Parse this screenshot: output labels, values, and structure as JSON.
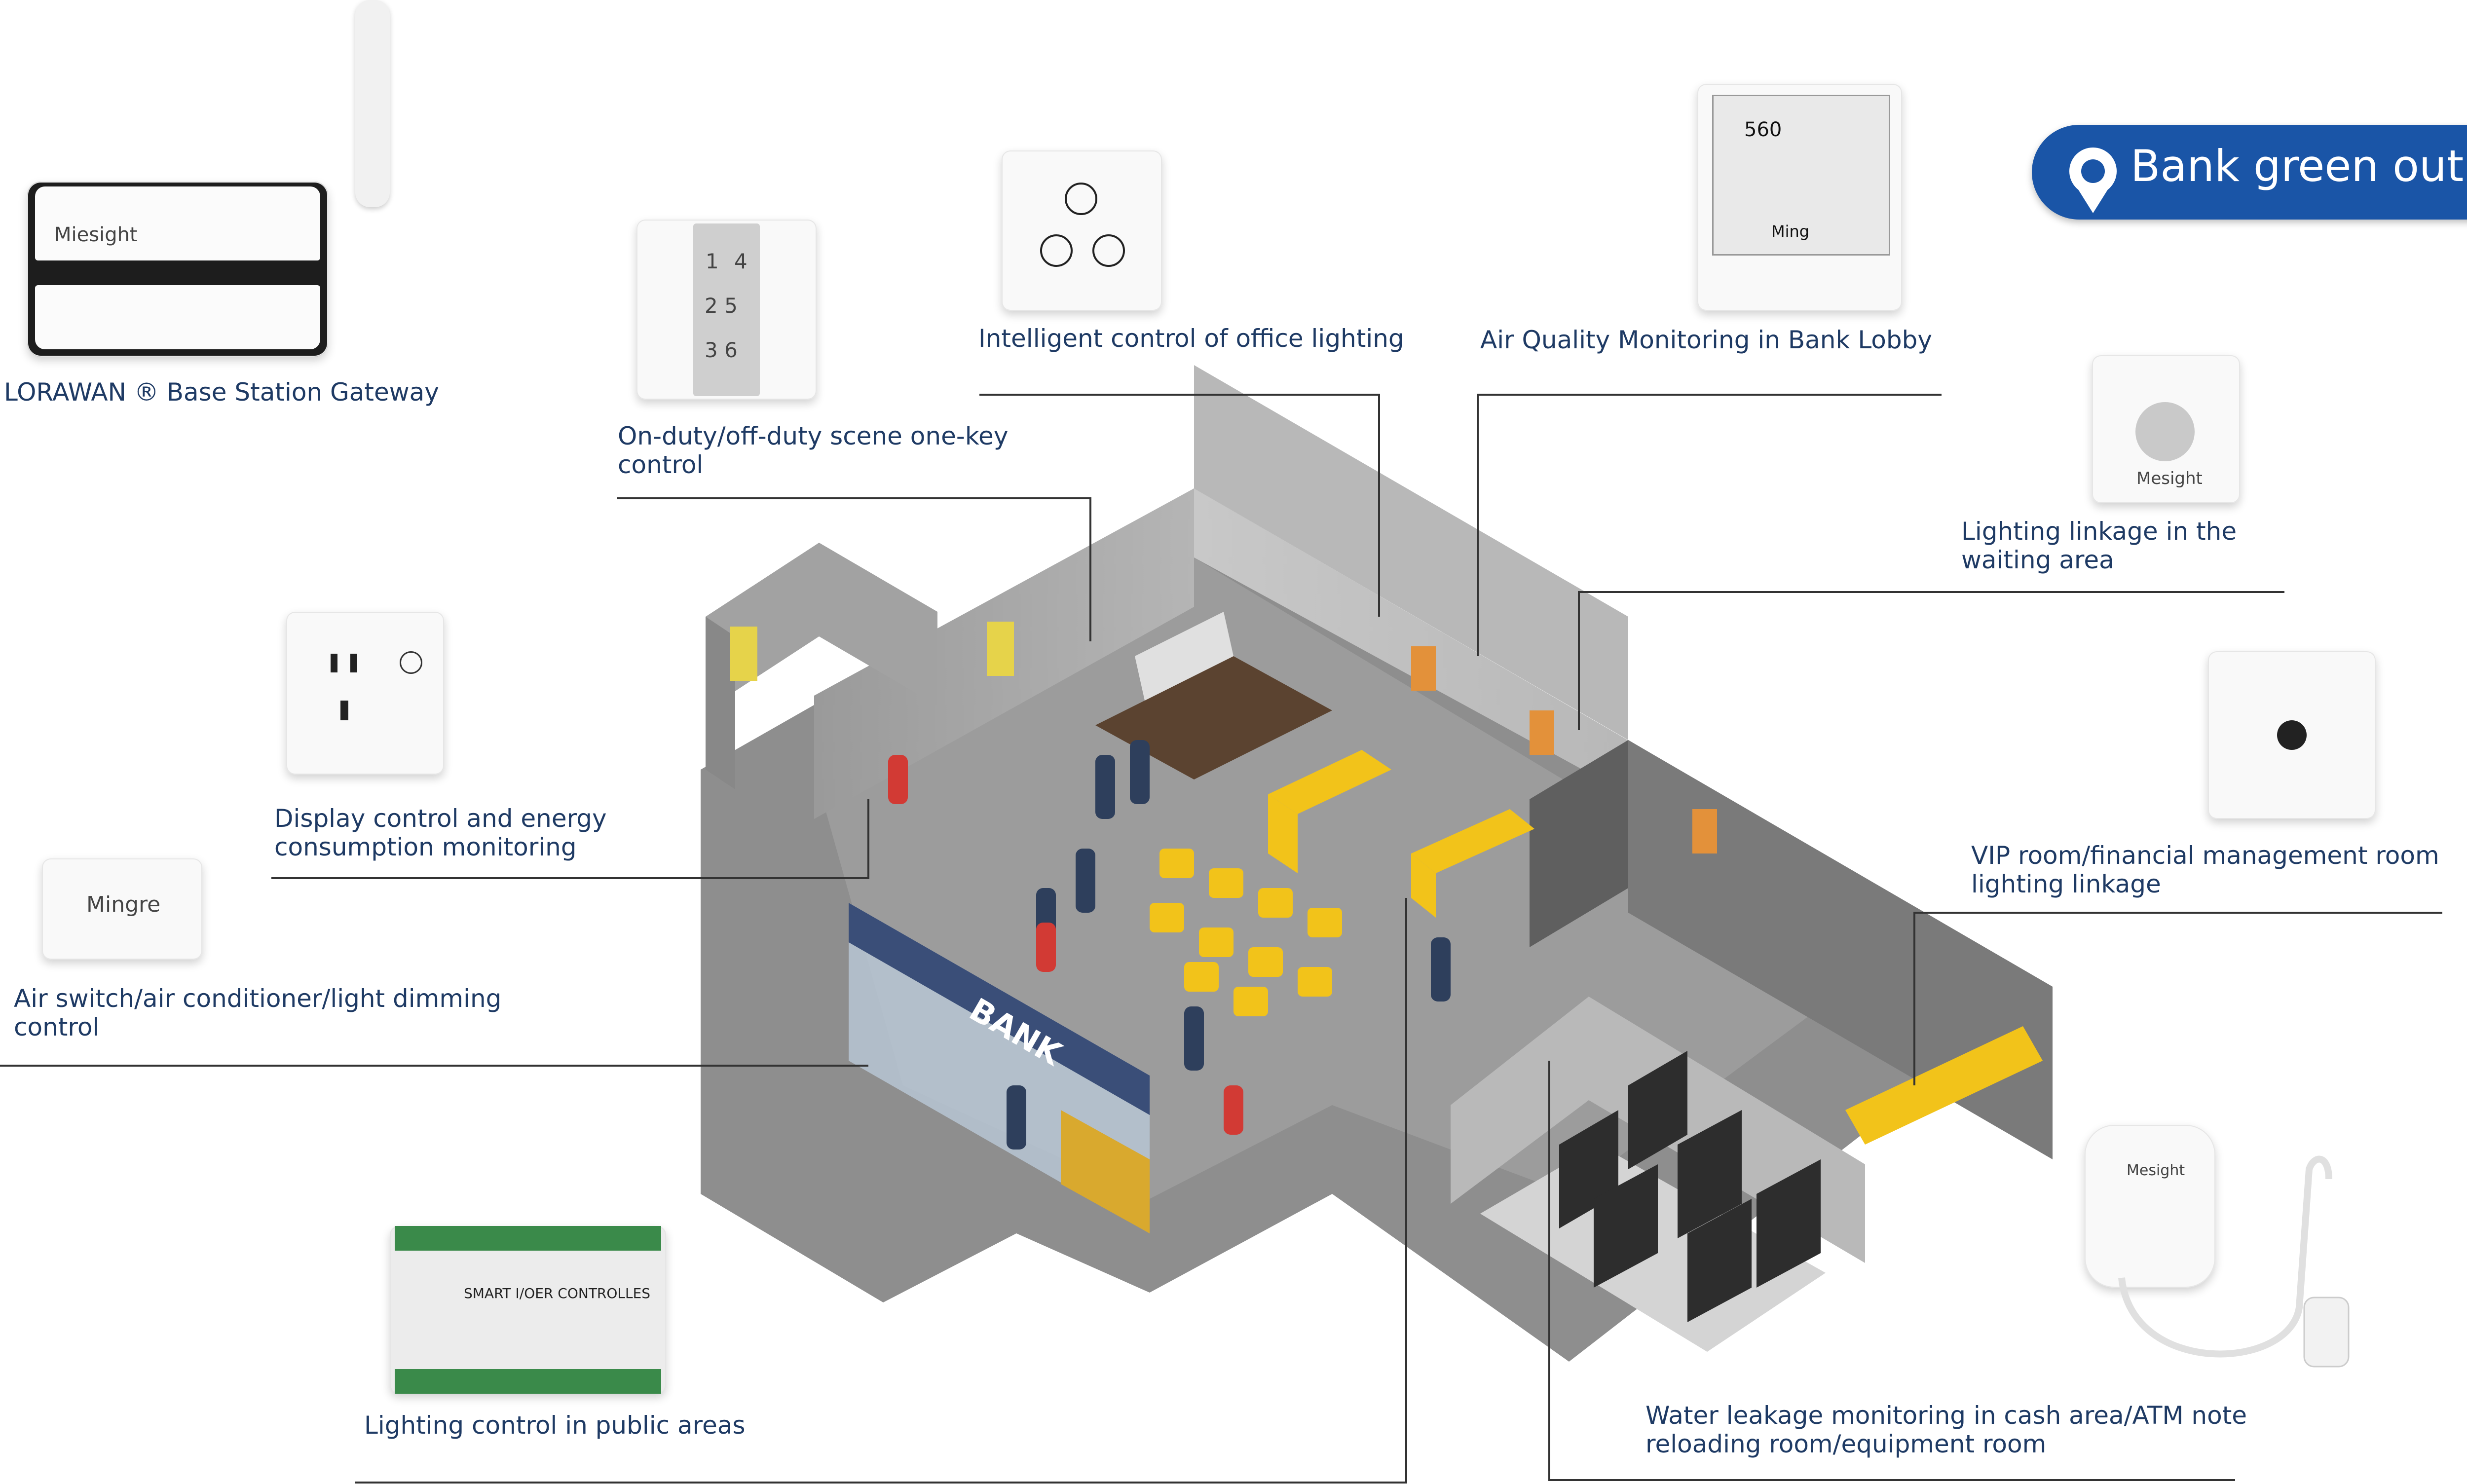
{
  "title": {
    "text": "Bank green outlets",
    "icon": "location-pin-icon"
  },
  "colors": {
    "accent": "#1a55a7",
    "caption_text": "#1e3a64",
    "leader_line": "#333333",
    "furniture_yellow": "#f2c31a"
  },
  "callouts": [
    {
      "id": "gateway",
      "text": "LORAWAN ® Base Station Gateway",
      "device_brand": "Miesight"
    },
    {
      "id": "scene-panel",
      "text": "On-duty/off-duty scene one-key\ncontrol",
      "device_labels": [
        "1",
        "4",
        "2 5",
        "3 6"
      ]
    },
    {
      "id": "office-lighting",
      "text": "Intelligent control of office lighting"
    },
    {
      "id": "air-quality",
      "text": "Air Quality Monitoring in Bank Lobby",
      "device_readout": "560",
      "device_brand": "Ming"
    },
    {
      "id": "waiting-area",
      "text": "Lighting linkage in the\nwaiting area",
      "device_brand": "Mesight"
    },
    {
      "id": "socket",
      "text": "Display control and energy\nconsumption monitoring"
    },
    {
      "id": "switch-module",
      "text": "Air switch/air conditioner/light dimming\n control",
      "device_brand": "Mingre"
    },
    {
      "id": "vip-room",
      "text": "VIP room/financial management room\nlighting linkage"
    },
    {
      "id": "controller",
      "text": "Lighting control in public areas",
      "device_label": "SMART I/OER CONTROLLES"
    },
    {
      "id": "water-leak",
      "text": "Water leakage monitoring in cash area/ATM note\nreloading room/equipment room",
      "device_brand": "Mesight"
    }
  ],
  "floorplan": {
    "sign": "BANK"
  }
}
